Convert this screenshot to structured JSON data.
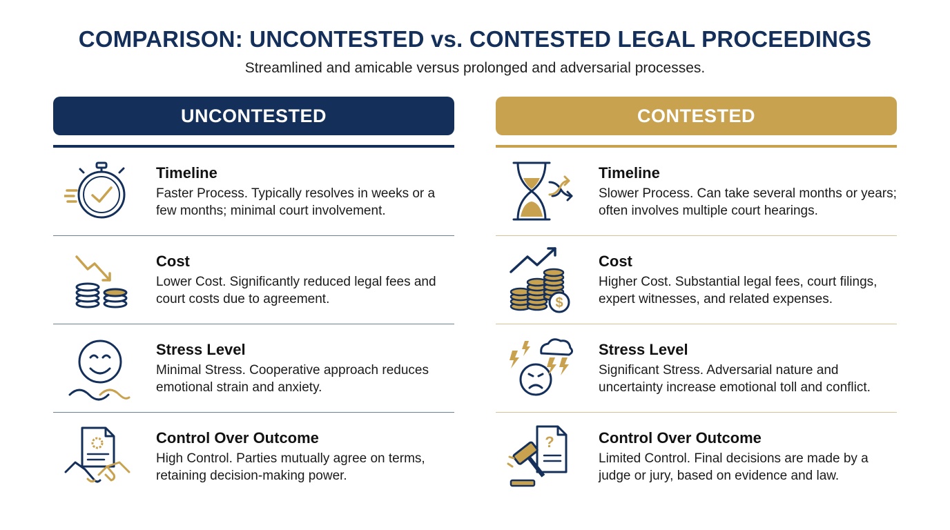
{
  "header": {
    "title": "COMPARISON: UNCONTESTED vs. CONTESTED LEGAL PROCEEDINGS",
    "subtitle": "Streamlined and amicable versus prolonged and adversarial processes."
  },
  "colors": {
    "navy": "#14305a",
    "gold": "#c9a24f"
  },
  "columns": [
    {
      "heading": "UNCONTESTED",
      "rows": [
        {
          "icon": "stopwatch-check-icon",
          "title": "Timeline",
          "lead": "Faster Process.",
          "text": " Typically resolves in weeks or a few months; minimal court involvement."
        },
        {
          "icon": "coins-down-arrow-icon",
          "title": "Cost",
          "lead": "Lower Cost.",
          "text": " Significantly reduced legal fees and court costs due to agreement."
        },
        {
          "icon": "smiley-face-icon",
          "title": "Stress Level",
          "lead": "Minimal Stress.",
          "text": " Cooperative approach reduces emotional strain and anxiety."
        },
        {
          "icon": "handshake-document-icon",
          "title": "Control Over Outcome",
          "lead": "High Control.",
          "text": " Parties mutually agree on terms, retaining decision-making power."
        }
      ]
    },
    {
      "heading": "CONTESTED",
      "rows": [
        {
          "icon": "hourglass-icon",
          "title": "Timeline",
          "lead": "Slower Process.",
          "text": " Can take several months or years; often involves multiple court hearings."
        },
        {
          "icon": "coins-up-arrow-dollar-icon",
          "title": "Cost",
          "lead": "Higher Cost.",
          "text": " Substantial legal fees, court filings, expert witnesses, and related expenses."
        },
        {
          "icon": "stressed-face-storm-icon",
          "title": "Stress Level",
          "lead": "Significant Stress.",
          "text": " Adversarial nature and uncertainty increase emotional toll and conflict."
        },
        {
          "icon": "gavel-document-icon",
          "title": "Control Over Outcome",
          "lead": "Limited Control.",
          "text": " Final decisions are made by a judge or jury, based on evidence and law."
        }
      ]
    }
  ]
}
